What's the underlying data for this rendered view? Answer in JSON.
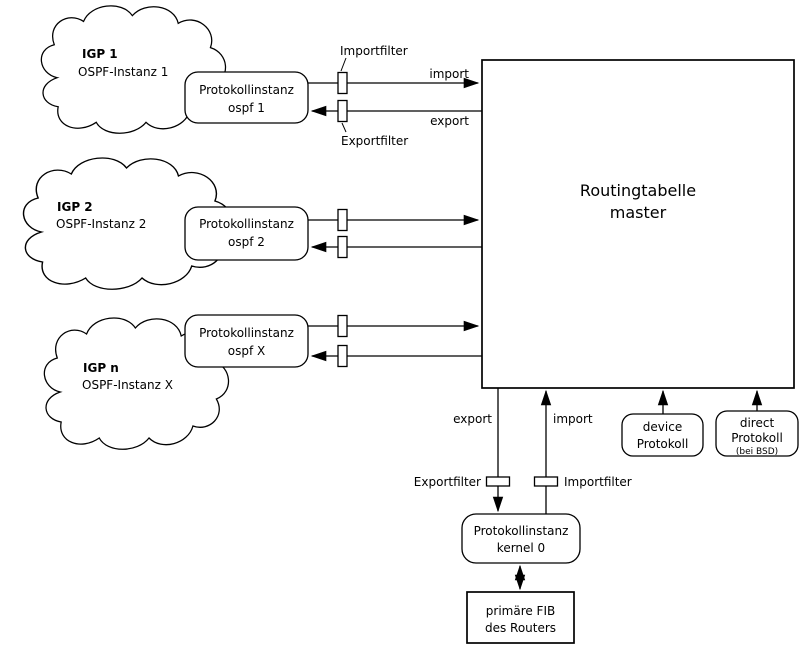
{
  "diagram": {
    "colors": {
      "stroke": "#000000",
      "background": "#ffffff"
    },
    "clouds": [
      {
        "name": "IGP 1",
        "subtitle": "OSPF-Instanz 1"
      },
      {
        "name": "IGP 2",
        "subtitle": "OSPF-Instanz 2"
      },
      {
        "name": "IGP n",
        "subtitle": "OSPF-Instanz X"
      }
    ],
    "protocols": [
      {
        "line1": "Protokollinstanz",
        "line2": "ospf 1"
      },
      {
        "line1": "Protokollinstanz",
        "line2": "ospf 2"
      },
      {
        "line1": "Protokollinstanz",
        "line2": "ospf X"
      }
    ],
    "master": {
      "line1": "Routingtabelle",
      "line2": "master"
    },
    "flows": {
      "importfilter_top": "Importfilter",
      "exportfilter_top": "Exportfilter",
      "import_top": "import",
      "export_top": "export",
      "export_bottom": "export",
      "import_bottom": "import",
      "exportfilter_bottom": "Exportfilter",
      "importfilter_bottom": "Importfilter"
    },
    "kernel": {
      "line1": "Protokollinstanz",
      "line2": "kernel 0"
    },
    "fib": {
      "line1": "primäre FIB",
      "line2": "des Routers"
    },
    "device": {
      "line1": "device",
      "line2": "Protokoll"
    },
    "direct": {
      "line1": "direct",
      "line2": "Protokoll",
      "line3": "(bei BSD)"
    }
  }
}
